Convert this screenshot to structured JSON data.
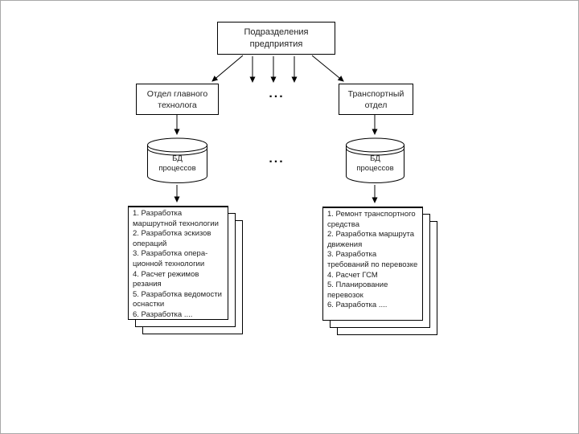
{
  "slide": {
    "bg": "#ffffff",
    "border_color": "#a8a8a8"
  },
  "colors": {
    "line": "#000000",
    "text": "#1f1f1f"
  },
  "diagram": {
    "root_label": "Подразделения\nпредприятия",
    "dept_left_label": "Отдел главного\nтехнолога",
    "dept_right_label": "Транспортный\nотдел",
    "ellipsis_between_depts": "...",
    "ellipsis_between_dbs": "...",
    "db_left_label": "БД\nпроцессов",
    "db_right_label": "БД\nпроцессов"
  },
  "documents": {
    "left_items": [
      "1. Разработка маршрутной технологии",
      "2. Разработка эскизов операций",
      "3. Разработка опера-ционной технологии",
      "4. Расчет режимов резания",
      "5. Разработка ведомости оснастки",
      "6. Разработка ...."
    ],
    "right_items": [
      "1. Ремонт транспортного средства",
      "2. Разработка маршрута движения",
      "3. Разработка требований по перевозке",
      "4. Расчет ГСМ",
      "5. Планирование перевозок",
      "6. Разработка ...."
    ]
  }
}
